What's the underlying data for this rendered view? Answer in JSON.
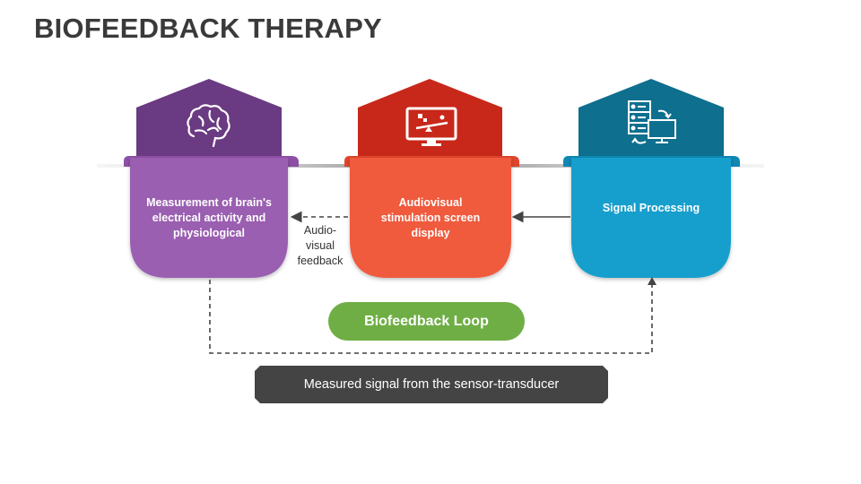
{
  "title": "BIOFEEDBACK THERAPY",
  "stages": [
    {
      "text": "Measurement of brain's electrical activity and physiological",
      "icon": "brain-icon",
      "color_top": "#6a3a82",
      "color_body": "#9a5fb0"
    },
    {
      "text": "Audiovisual stimulation screen display",
      "icon": "monitor-seesaw-icon",
      "color_top": "#c8281a",
      "color_body": "#f05a3c"
    },
    {
      "text": "Signal Processing",
      "icon": "server-computer-sync-icon",
      "color_top": "#0e6f8f",
      "color_body": "#129fcc"
    }
  ],
  "feedback_label": "Audio-\nvisual\nfeedback",
  "loop_label": "Biofeedback Loop",
  "signal_label": "Measured signal from the sensor-transducer",
  "colors": {
    "loop": "#6fae44",
    "signal_box": "#444444",
    "divider": "#888888"
  }
}
